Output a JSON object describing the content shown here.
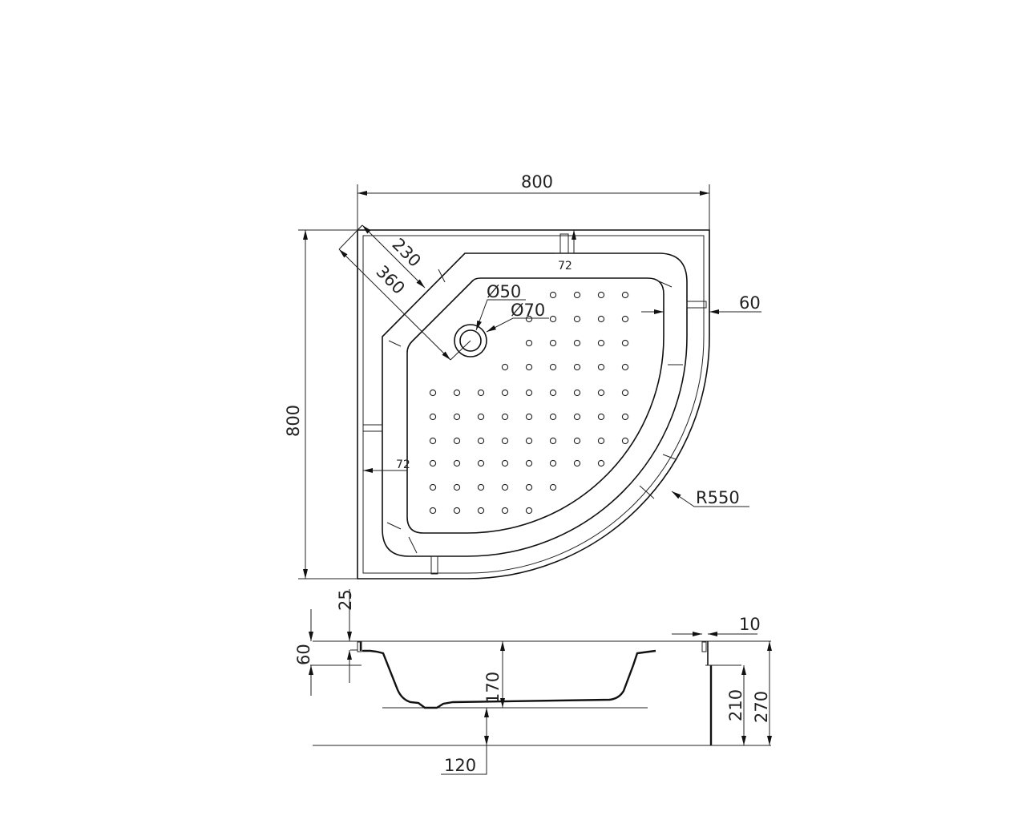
{
  "plan_view": {
    "width_label": "800",
    "depth_label": "800",
    "corner_230_label": "230",
    "corner_360_label": "360",
    "drain_inner_label": "Ø50",
    "drain_outer_label": "Ø70",
    "rim_top_label": "72",
    "rim_left_label": "72",
    "edge_label": "60",
    "radius_label": "R550"
  },
  "section_view": {
    "lip_25_label": "25",
    "lip_60_label": "60",
    "depth_170_label": "170",
    "wall_10_label": "10",
    "apron_210_label": "210",
    "total_270_label": "270",
    "leg_120_label": "120"
  }
}
